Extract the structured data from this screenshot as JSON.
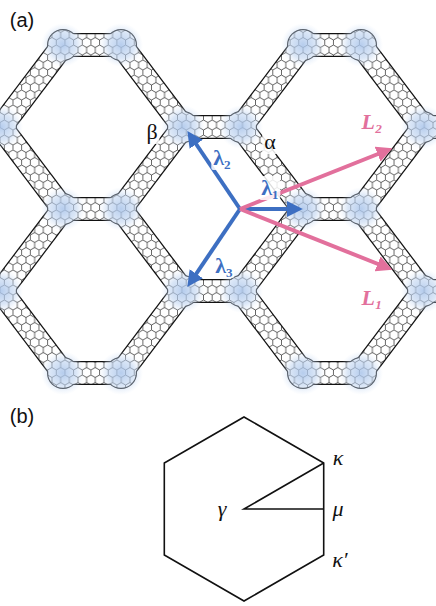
{
  "diagram": {
    "labels": [
      "(a)",
      "β",
      "α",
      "λ₂",
      "λ₁",
      "L₂",
      "λ₃",
      "L₁",
      "(b)",
      "γ",
      "κ",
      "μ",
      "κ′"
    ]
  }
}
